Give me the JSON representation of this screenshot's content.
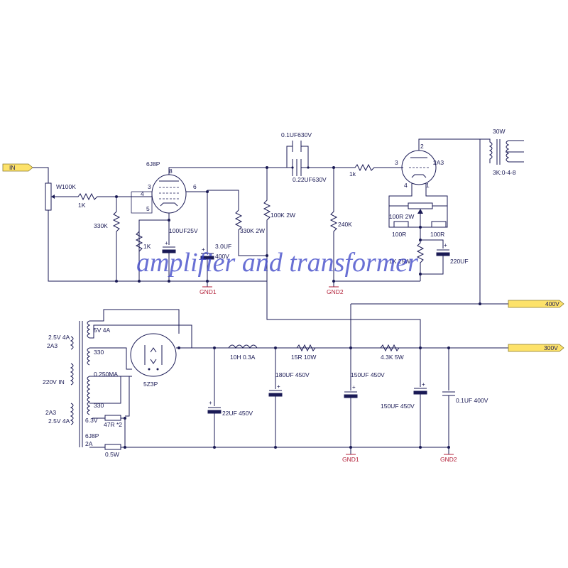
{
  "labels": {
    "in": "IN",
    "w100k": "W100K",
    "r_1k": "1K",
    "r_330k": "330K",
    "tube_6j8p": "6J8P",
    "pin3": "3",
    "pin4": "4",
    "pin5": "5",
    "pin6": "6",
    "pin8": "8",
    "r_cath_1k": "1K",
    "c_100uf25v": "100UF25V",
    "c_3uf": "3.0UF",
    "c_3uf_v": "400V",
    "r_330k_2w": "330K 2W",
    "c_01uf630": "0.1UF630V",
    "c_022uf630": "0.22UF630V",
    "r_100k_2w": "100K 2W",
    "r_240k": "240K",
    "r_1k_grid": "1k",
    "tube_2a3": "2A3",
    "pin_2a3_3": "3",
    "pin_2a3_2": "2",
    "pin_2a3_4": "4",
    "pin_2a3_1": "1",
    "r_100r_2w": "100R 2W",
    "r_100r_a": "100R",
    "r_100r_b": "100R",
    "r_1k25w": "1K 25W",
    "c_220uf": "220UF",
    "ot_30w": "30W",
    "ot_3k": "3K:0-4-8",
    "gnd1_top": "GND1",
    "gnd2_top": "GND2",
    "v400": "400V",
    "v300": "300V",
    "pt_5v4a": "5V 4A",
    "pt_25v4a_1": "2.5V 4A",
    "pt_2a3_1": "2A3",
    "pt_330_1": "330",
    "pt_220v": "220V IN",
    "pt_0_250ma": "0  250MA",
    "pt_330_2": "330",
    "pt_2a3_2": "2A3",
    "pt_25v4a_2": "2.5V 4A",
    "pt_63v": "6.3V",
    "pt_6j8p": "6J8P",
    "pt_2a": "2A",
    "r_47r": "47R *2",
    "r_05w": "0.5W",
    "rect_5z3p": "5Z3P",
    "l_10h": "10H 0.3A",
    "r_15r": "15R 10W",
    "r_43k": "4.3K 5W",
    "c_22uf": "22UF  450V",
    "c_180uf": "180UF 450V",
    "c_150uf_a": "150UF 450V",
    "c_150uf_b": "150UF 450V",
    "c_01uf400": "0.1UF 400V",
    "gnd1_bot": "GND1",
    "gnd2_bot": "GND2",
    "plus": "+",
    "watermark": "amplifier and transformer"
  },
  "colors": {
    "wire": "#1a1a55",
    "ground": "#b3223a",
    "port_fill": "#fde26a",
    "watermark": "#3f48c9"
  }
}
